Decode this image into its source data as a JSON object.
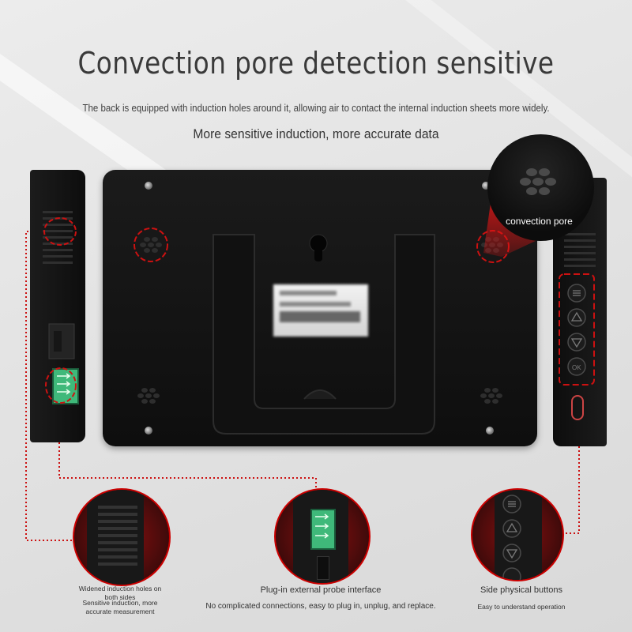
{
  "header": {
    "title": "Convection pore detection sensitive",
    "subtitle": "The back is equipped with induction holes around it, allowing air to contact the internal induction sheets more widely.",
    "subtitle2": "More sensitive induction, more accurate data"
  },
  "callout": {
    "label": "convection pore"
  },
  "features": [
    {
      "title": "Widened induction holes on both sides",
      "description": "Sensitive induction, more accurate measurement"
    },
    {
      "title": "Plug-in external probe interface",
      "description": "No complicated connections, easy to plug in, unplug, and replace."
    },
    {
      "title": "Side physical buttons",
      "description": "Easy to understand operation"
    }
  ],
  "colors": {
    "accent": "#cc1111",
    "device": "#111111",
    "connector": "#3fb97a",
    "background": "#e6e6e6"
  },
  "icons": [
    "menu-icon",
    "up-triangle-icon",
    "down-triangle-icon",
    "ok-icon",
    "keyhole-icon",
    "usb-c-port-icon"
  ]
}
